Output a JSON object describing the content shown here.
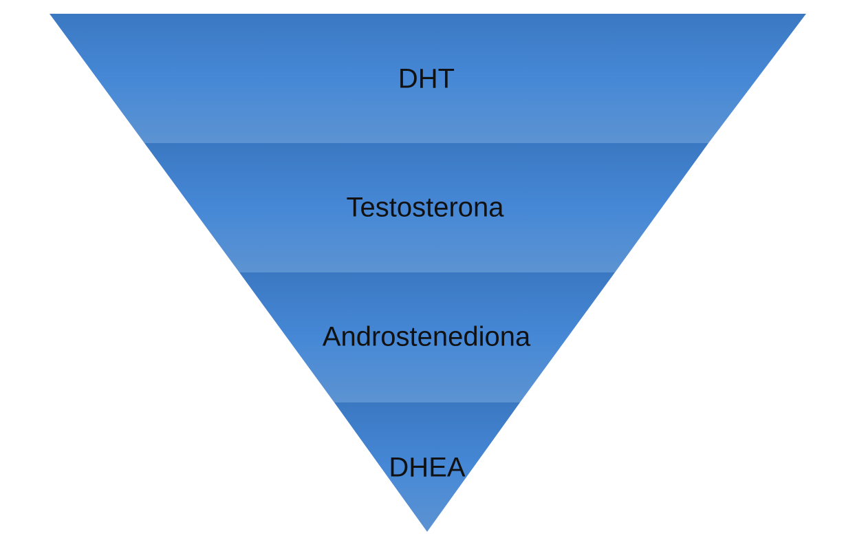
{
  "colors": {
    "background": "#ffffff",
    "gradient_top": "#3b78c2",
    "gradient_mid": "#4688d6",
    "gradient_bottom": "#5c93d2",
    "label_text": "#111111"
  },
  "pyramid": {
    "tiers": [
      {
        "label": "DHT"
      },
      {
        "label": "Testosterona"
      },
      {
        "label": "Androstenediona"
      },
      {
        "label": "DHEA"
      }
    ]
  }
}
